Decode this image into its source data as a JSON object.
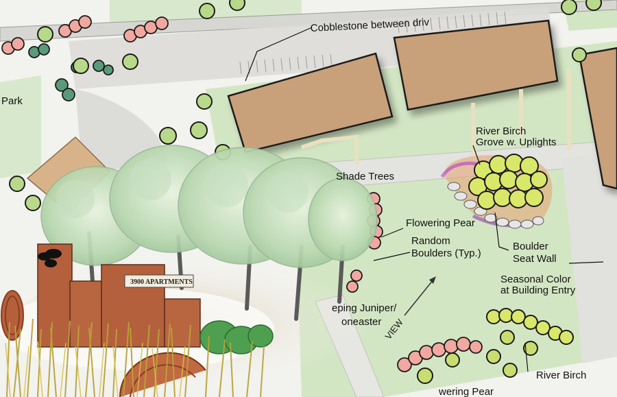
{
  "labels": {
    "cobblestone": "Cobblestone between driv",
    "park": "Park",
    "shade_trees": "Shade Trees",
    "river_birch_grove_1": "River Birch",
    "river_birch_grove_2": "Grove w. Uplights",
    "flowering_pear": "Flowering Pear",
    "random_boulders_1": "Random",
    "random_boulders_2": "Boulders (Typ.)",
    "boulder_seat_wall_1": "Boulder",
    "boulder_seat_wall_2": "Seat Wall",
    "seasonal_color_1": "Seasonal Color",
    "seasonal_color_2": "at Building Entry",
    "juniper_1": "eping Juniper/",
    "juniper_2": "oneaster",
    "view": "VIEW",
    "river_birch": "River Birch",
    "flowering_pear_bottom": "wering Pear"
  },
  "sign": {
    "text": "3900 APARTMENTS"
  },
  "colors": {
    "building_roof": "#c8a07a",
    "lawn": "#cfe3c0",
    "pavement": "#dcdcd8",
    "birch": "#d9e86a",
    "pear": "#f0a8a0",
    "shrub_teal": "#5a9a7a",
    "brick": "#b5603c",
    "grass_sketch": "#c8b040"
  }
}
